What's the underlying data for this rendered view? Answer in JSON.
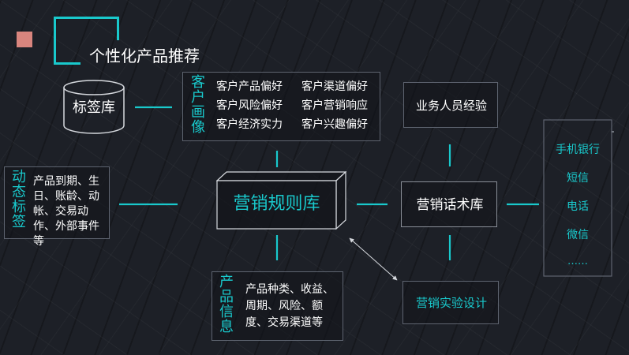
{
  "title": "个性化产品推荐",
  "colors": {
    "accent": "#19c9cc",
    "marker": "#d9857e",
    "box_border": "#5e6470"
  },
  "tag_library": "标签库",
  "customer_profile": {
    "title": "客户画像",
    "items": [
      "客户产品偏好",
      "客户渠道偏好",
      "客户风险偏好",
      "客户营销响应",
      "客户经济实力",
      "客户兴趣偏好"
    ]
  },
  "sales_experience": "业务人员经验",
  "dynamic_tags": {
    "title": "动态标签",
    "text": "产品到期、生日、账龄、动帐、交易动作、外部事件等"
  },
  "rule_library": "营销规则库",
  "script_library": "营销话术库",
  "channels": [
    "手机银行",
    "短信",
    "电话",
    "微信",
    "……"
  ],
  "product_info": {
    "title": "产品信息",
    "text": "产品种类、收益、周期、风险、额度、交易渠道等"
  },
  "experiment_design": "营销实验设计"
}
